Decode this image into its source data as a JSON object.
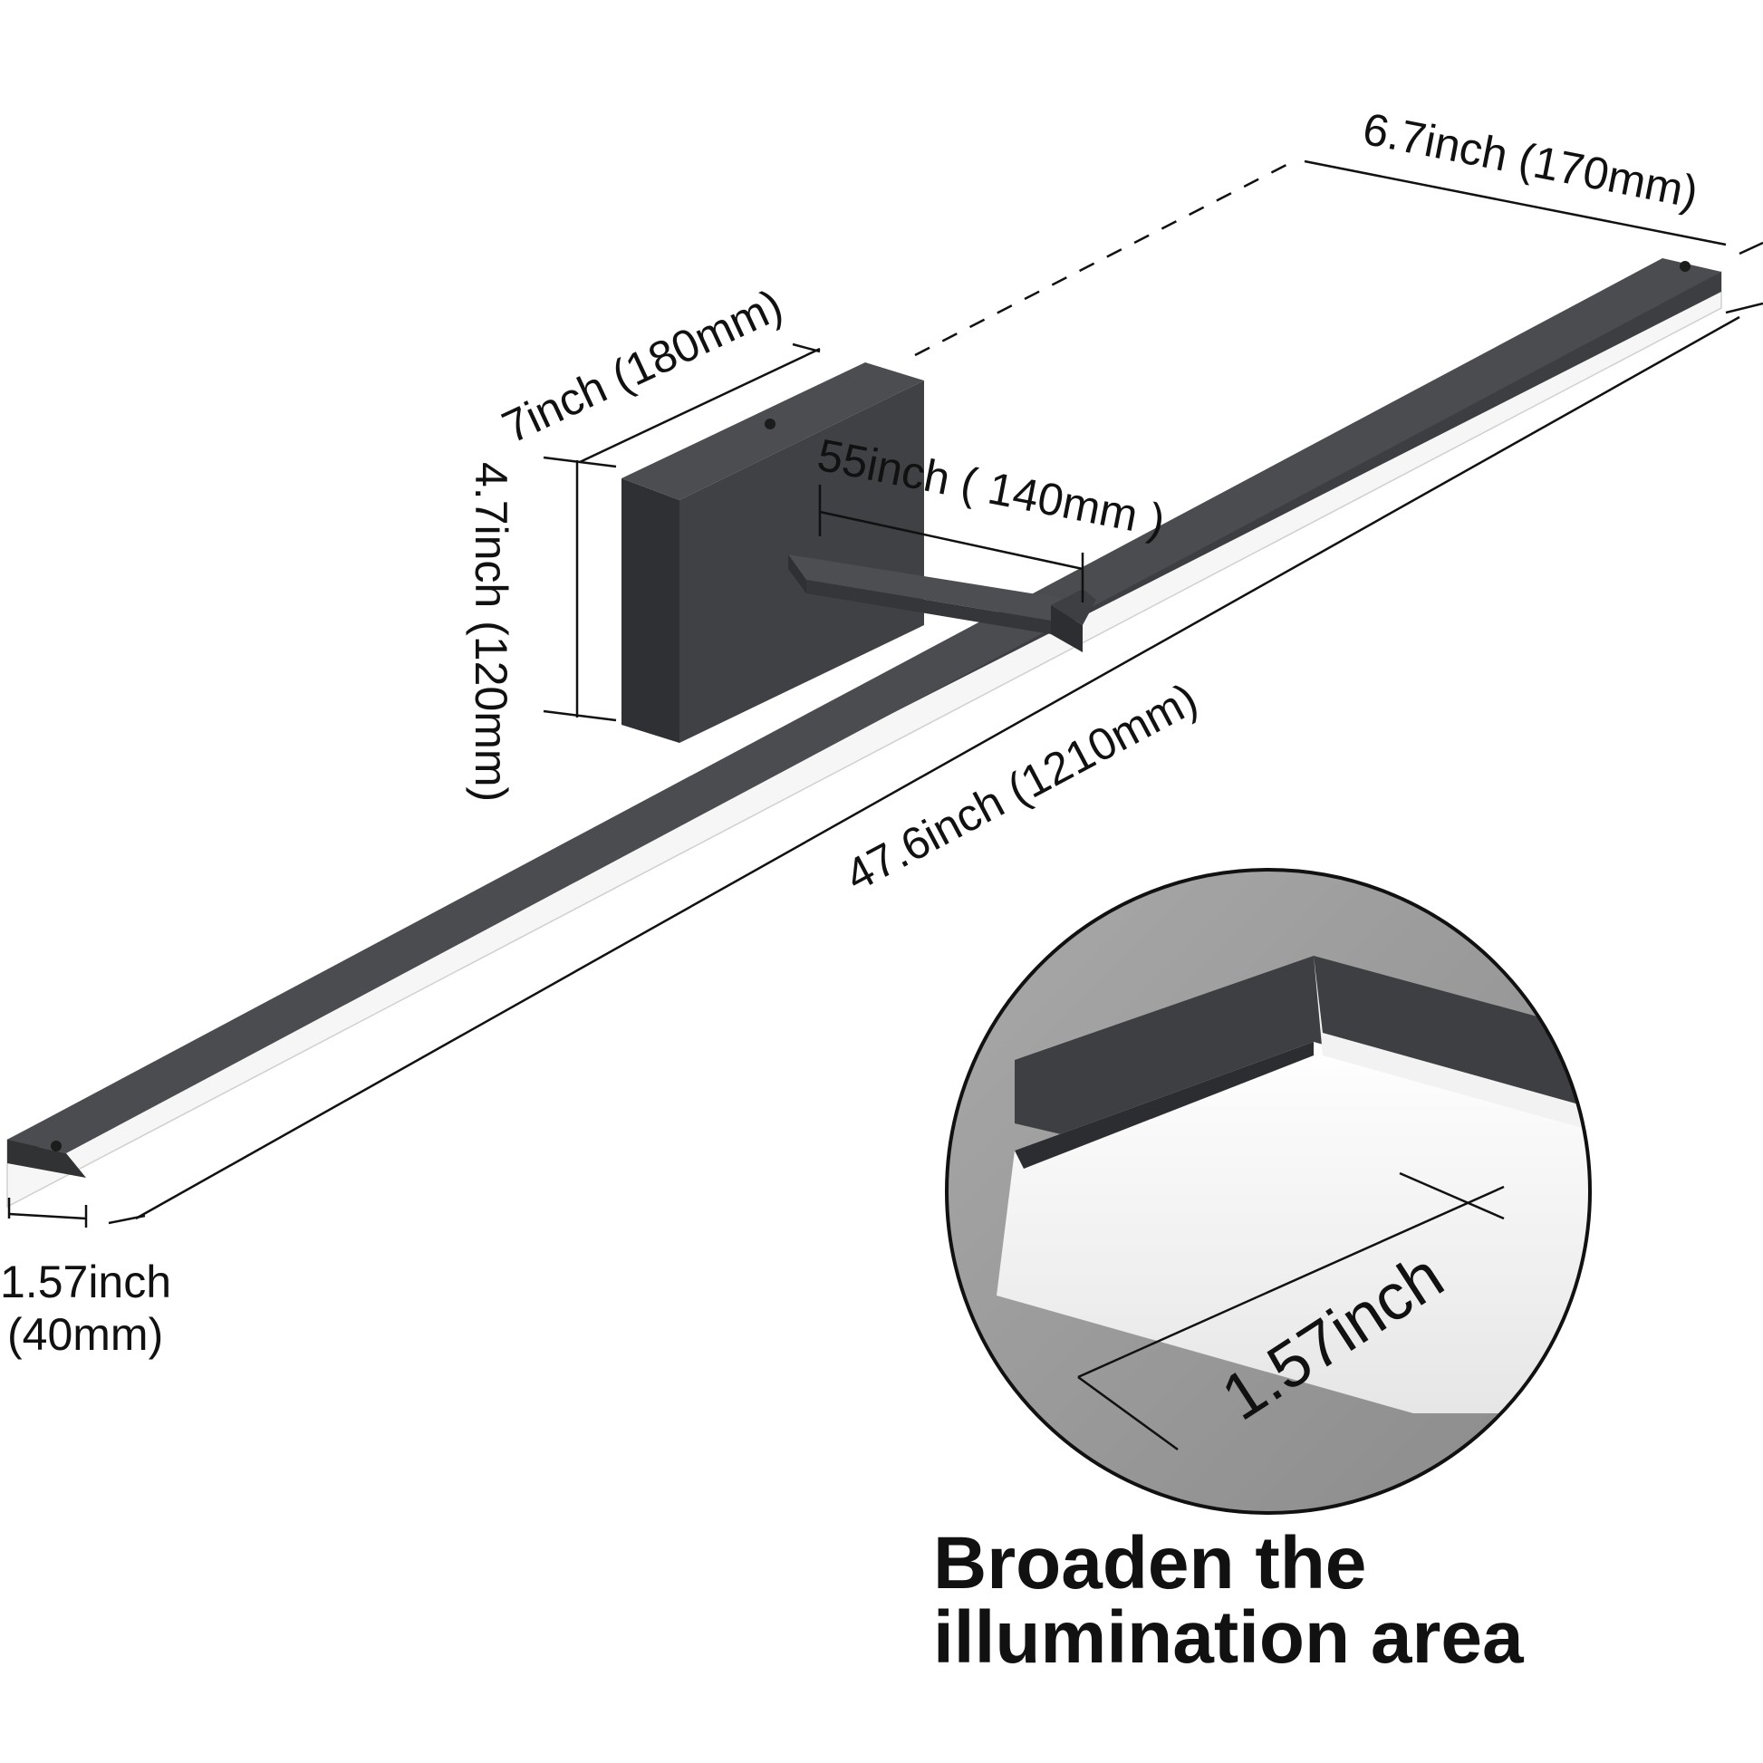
{
  "labels": {
    "width_top": "6.7inch (170mm)",
    "plate_width": "7inch (180mm)",
    "arm_length": "55inch ( 140mm )",
    "plate_height": "4.7inch (120mm)",
    "bar_length": "47.6inch (1210mm)",
    "bar_depth_line1": "1.57inch",
    "bar_depth_line2": "(40mm)",
    "zoom_measure": "1.57inch"
  },
  "headline": {
    "line1": "Broaden the",
    "line2": "illumination area"
  },
  "colors": {
    "fixture": "#46484b",
    "fixture_top": "#55575a",
    "fixture_side": "#2f3133",
    "diffuser": "#f4f4f4",
    "wall": "#9c9c9c",
    "text": "#111111"
  }
}
